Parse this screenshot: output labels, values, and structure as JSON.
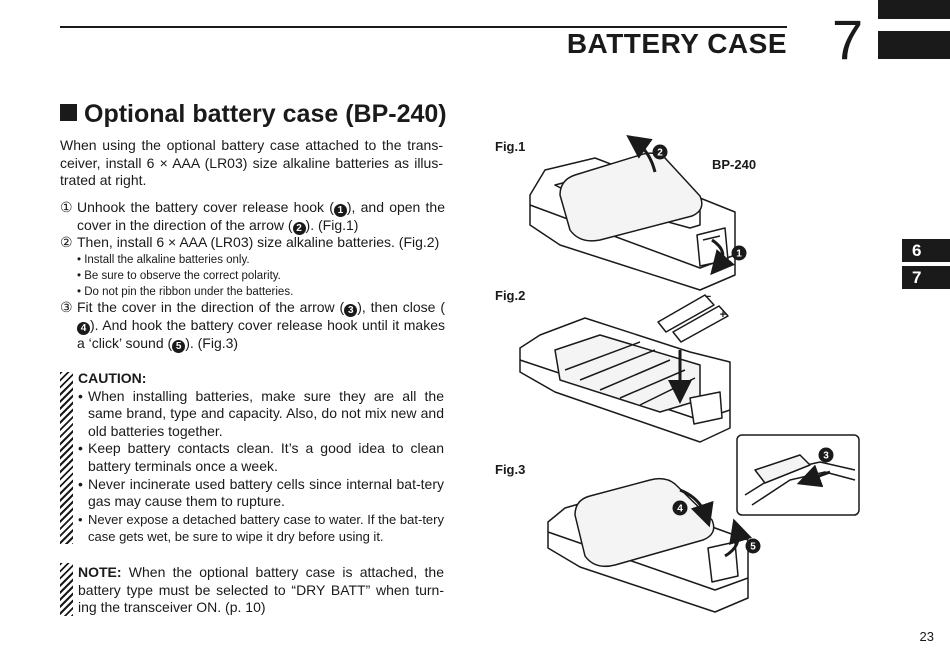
{
  "header": {
    "chapter_title": "BATTERY CASE",
    "chapter_number": "7"
  },
  "side_tabs": [
    "6",
    "7"
  ],
  "section": {
    "heading": "Optional battery case (BP-240)"
  },
  "intro": "When using the optional battery case attached to the trans-ceiver, install 6 × AAA (LR03) size alkaline batteries as illus-trated at right.",
  "steps": [
    {
      "num": "①",
      "parts": [
        "Unhook the battery cover release hook (",
        "1",
        "), and open the cover in the direction of the arrow (",
        "2",
        "). (Fig.1)"
      ]
    },
    {
      "num": "②",
      "parts": [
        "Then, install 6 × AAA (LR03) size alkaline batteries. (Fig.2)"
      ],
      "bullets": [
        "• Install the alkaline batteries only.",
        "• Be sure to observe the correct polarity.",
        "• Do not pin the ribbon under the batteries."
      ]
    },
    {
      "num": "③",
      "parts": [
        "Fit the cover in the direction of the arrow (",
        "3",
        "), then close (",
        "4",
        "). And hook the battery cover release hook until it makes a ‘click’ sound (",
        "5",
        ").  (Fig.3)"
      ]
    }
  ],
  "caution": {
    "title": "CAUTION:",
    "items": [
      "When installing batteries, make sure they are all the same brand, type and capacity. Also, do not mix new and old batteries together.",
      "Keep battery contacts clean. It’s a good idea to clean battery terminals once a week.",
      "Never incinerate used battery cells since internal bat-tery gas may cause them to rupture.",
      "Never expose a detached battery case to water. If the bat-tery case gets wet, be sure to wipe it dry before using it."
    ]
  },
  "note": {
    "label": "NOTE:",
    "text": " When the optional battery case is attached, the battery type must be selected to “DRY BATT” when turn-ing the transceiver ON. (p. 10)"
  },
  "figures": {
    "fig1": {
      "label": "Fig.1",
      "model": "BP-240",
      "callouts": [
        "2",
        "1"
      ]
    },
    "fig2": {
      "label": "Fig.2",
      "polarity": [
        "−",
        "+"
      ]
    },
    "fig3": {
      "label": "Fig.3",
      "callouts": [
        "3",
        "4",
        "5"
      ]
    }
  },
  "page_number": "23"
}
